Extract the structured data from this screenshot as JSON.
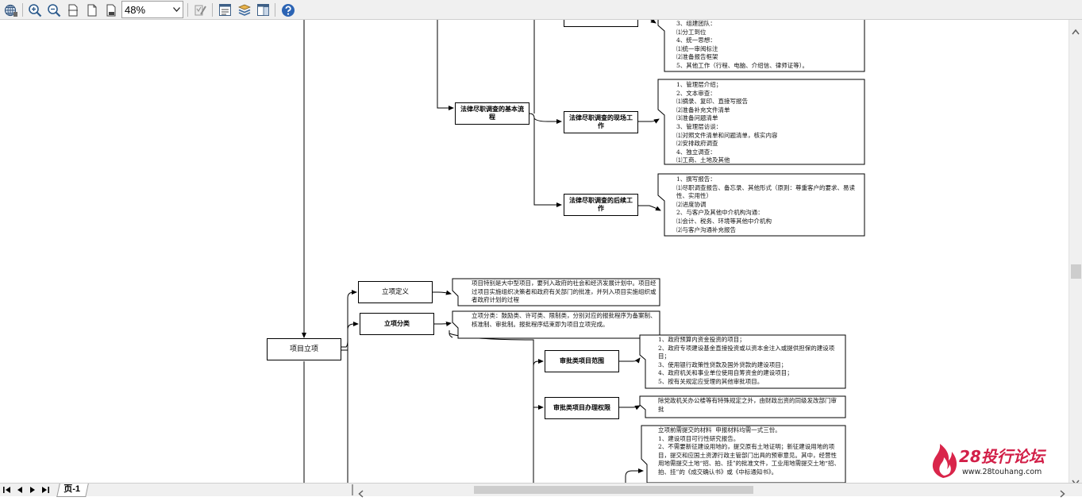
{
  "toolbar": {
    "zoom_value": "48%",
    "buttons": [
      {
        "name": "globe-icon"
      },
      {
        "name": "zoom-in-icon"
      },
      {
        "name": "zoom-out-icon"
      },
      {
        "name": "fit-width-icon"
      },
      {
        "name": "fit-page-icon"
      },
      {
        "name": "actual-size-icon"
      },
      {
        "name": "validate-icon"
      },
      {
        "name": "properties-icon"
      },
      {
        "name": "layers-icon"
      },
      {
        "name": "panel-icon"
      },
      {
        "name": "help-icon"
      }
    ]
  },
  "diagram": {
    "root": "项目立项",
    "boxes": {
      "top_partial": "",
      "legal_basic_flow": "法律尽职调查的基本流程",
      "legal_onsite": "法律尽职调查的现场工作",
      "legal_followup": "法律尽职调查的后续工作",
      "project_definition": "立项定义",
      "project_category": "立项分类",
      "approval_scope": "审批类项目范围",
      "approval_authority": "审批类项目办理权限"
    },
    "notes": {
      "top_note": "3、组建团队：\n⑴分工到位\n4、统一思想：\n⑴统一审阅标注\n⑵准备报告框架\n5、其他工作（行程、电脑、介绍信、律师证等）。",
      "onsite_note": "1、管理层介绍；\n2、文本审查：\n⑴摘录、复印、直接写报告\n⑵准备补充文件清单\n⑶准备问题清单\n3、管理层访谈：\n⑴对照文件清单和问题清单，核实内容\n⑵安排政府调查\n4、独立调查：\n⑴工商、土地及其他",
      "followup_note": "1、撰写报告：\n⑴尽职调查报告、备忘录、其他形式（原则：尊重客户的要求、易读性、实用性）\n⑵进度协调\n2、与客户及其他中介机构沟通：\n⑴会计、税务、环境等其他中介机构\n⑵与客户沟通补充报告",
      "definition_note": "项目特别是大中型项目，要列入政府的社会和经济发展计划中。项目经过项目实施组织决策者和政府有关部门的批准，并列入项目实施组织或者政府计划的过程",
      "category_note": "立项分类：鼓励类、许可类、限制类，分别对应的报批程序为备案制、核准制、审批制。报批程序结束即为项目立项完成。",
      "scope_note": "1、政府预算内资金投资的项目；\n2、政府专项建设基金直接投资或以资本金注入或提供担保的建设项目；\n3、使用银行政策性贷款及国外贷款的建设项目；\n4、政府机关和事业单位使用自筹资金的建设项目；\n5、按有关规定应受理的其他审批项目。",
      "authority_note": "除党政机关办公楼等有特殊规定之外，由财政出资的同级发改部门审批",
      "materials_note": "立项前需提交的材料  申报材料均需一式三份。\n1、建设项目可行性研究报告。\n2、不需要新征建设用地的，提交原有土地证明；新征建设用地的项目，提交和应国土资源行政主管部门出具的预审意见。其中，经营性用地需提交土地“招、拍、挂”的批准文件，工业用地需提交土地“招、拍、挂”的《成交确认书》或《中标通知书》。"
    }
  },
  "bottom_bar": {
    "page_tab": "页-1"
  },
  "watermark": {
    "brand": "28投行论坛",
    "url": "www.28touhang.com"
  }
}
